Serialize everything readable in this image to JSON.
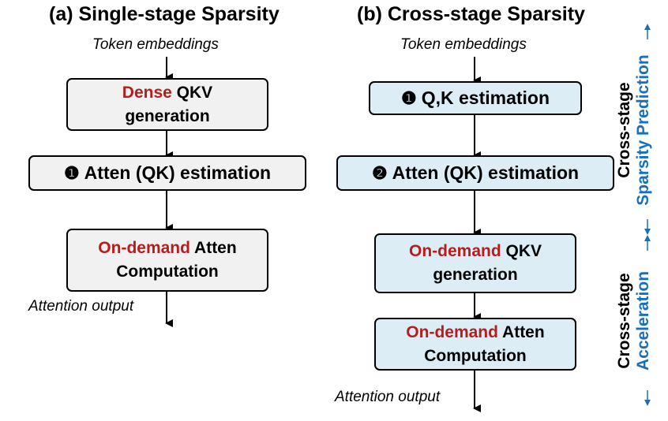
{
  "panel_a": {
    "title": "(a) Single-stage Sparsity",
    "input_label": "Token embeddings",
    "output_label": "Attention output",
    "box1": {
      "highlight": "Dense",
      "rest_line1": "QKV",
      "line2": "generation"
    },
    "box2": {
      "number": "❶",
      "text": "Atten (QK) estimation"
    },
    "box3": {
      "highlight": "On-demand",
      "rest_line1": "Atten",
      "line2": "Computation"
    }
  },
  "panel_b": {
    "title": "(b) Cross-stage Sparsity",
    "input_label": "Token embeddings",
    "output_label": "Attention output",
    "box1": {
      "number": "❶",
      "text": "Q,K estimation"
    },
    "box2": {
      "number": "❷",
      "text": "Atten (QK) estimation"
    },
    "box3": {
      "highlight": "On-demand",
      "rest_line1": "QKV",
      "line2": "generation"
    },
    "box4": {
      "highlight": "On-demand",
      "rest_line1": "Atten",
      "line2": "Computation"
    }
  },
  "side_labels": {
    "prediction": {
      "line1": "Cross-stage",
      "line2": "Sparsity Prediction"
    },
    "acceleration": {
      "line1": "Cross-stage",
      "line2": "Acceleration"
    }
  },
  "colors": {
    "highlight_red": "#b81d1d",
    "side_blue": "#1a6fbd",
    "box_gray": "#f1f1f1",
    "box_blue": "#dcedf6"
  }
}
